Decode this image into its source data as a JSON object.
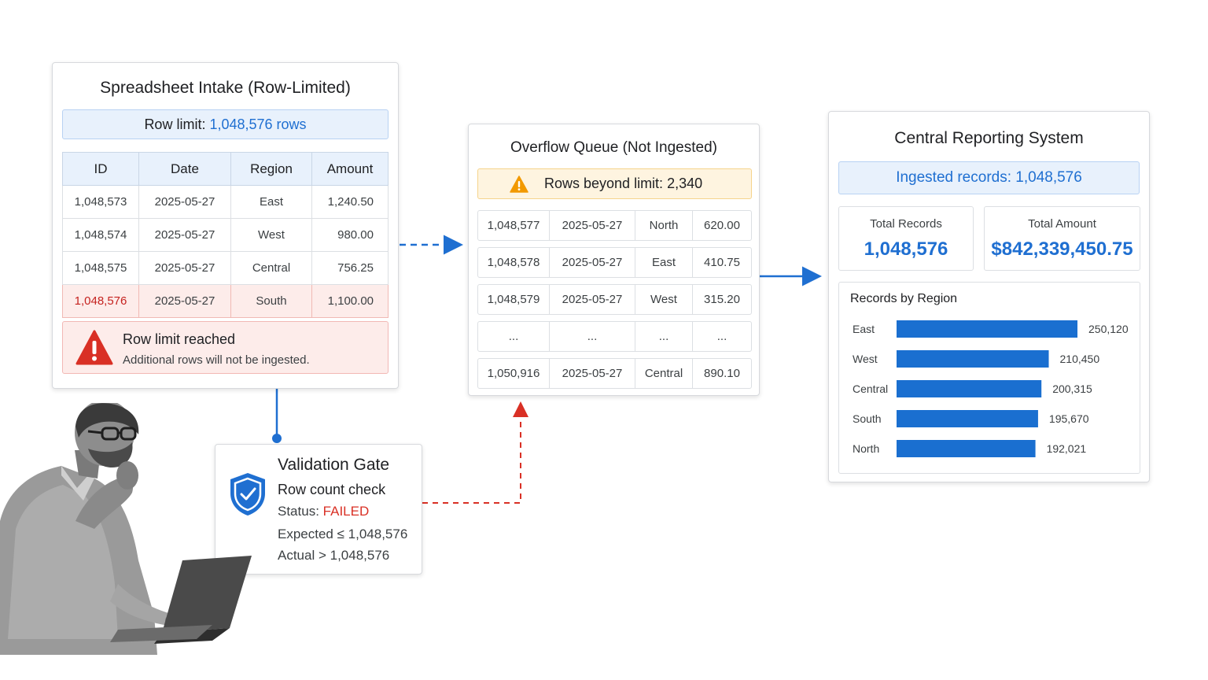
{
  "intake": {
    "title": "Spreadsheet Intake (Row-Limited)",
    "limit_label": "Row limit:",
    "limit_value": "1,048,576 rows",
    "columns": [
      "ID",
      "Date",
      "Region",
      "Amount"
    ],
    "rows": [
      [
        "1,048,573",
        "2025-05-27",
        "East",
        "1,240.50"
      ],
      [
        "1,048,574",
        "2025-05-27",
        "West",
        "980.00"
      ],
      [
        "1,048,575",
        "2025-05-27",
        "Central",
        "756.25"
      ],
      [
        "1,048,576",
        "2025-05-27",
        "South",
        "1,100.00"
      ]
    ],
    "alert_title": "Row limit reached",
    "alert_text": "Additional rows will not be ingested."
  },
  "overflow": {
    "title": "Overflow Queue (Not Ingested)",
    "warning_label": "Rows beyond limit:",
    "warning_value": "2,340",
    "rows": [
      [
        "1,048,577",
        "2025-05-27",
        "North",
        "620.00"
      ],
      [
        "1,048,578",
        "2025-05-27",
        "East",
        "410.75"
      ],
      [
        "1,048,579",
        "2025-05-27",
        "West",
        "315.20"
      ],
      [
        "...",
        "...",
        "...",
        "..."
      ],
      [
        "1,050,916",
        "2025-05-27",
        "Central",
        "890.10"
      ]
    ]
  },
  "central": {
    "title": "Central Reporting System",
    "ingested_label": "Ingested records:",
    "ingested_value": "1,048,576",
    "kpi_records_label": "Total Records",
    "kpi_records_value": "1,048,576",
    "kpi_amount_label": "Total Amount",
    "kpi_amount_value": "$842,339,450.75"
  },
  "gate": {
    "title": "Validation Gate",
    "subtitle": "Row count check",
    "status_label": "Status:",
    "status_value": "FAILED",
    "expected": "Expected ≤ 1,048,576",
    "actual": "Actual > 1,048,576"
  },
  "colors": {
    "accent_blue": "#1f6fd1",
    "alert_red": "#d93025",
    "warning_orange": "#f29900",
    "bar_blue": "#1a6fd0"
  },
  "icons": [
    "warning-triangle-icon",
    "shield-check-icon",
    "person-with-laptop-illustration"
  ],
  "chart_data": {
    "type": "bar",
    "orientation": "horizontal",
    "title": "Records by Region",
    "categories": [
      "East",
      "West",
      "Central",
      "South",
      "North"
    ],
    "values": [
      250120,
      210450,
      200315,
      195670,
      192021
    ],
    "value_labels": [
      "250,120",
      "210,450",
      "200,315",
      "195,670",
      "192,021"
    ],
    "xlabel": "",
    "ylabel": "",
    "grid": false
  }
}
